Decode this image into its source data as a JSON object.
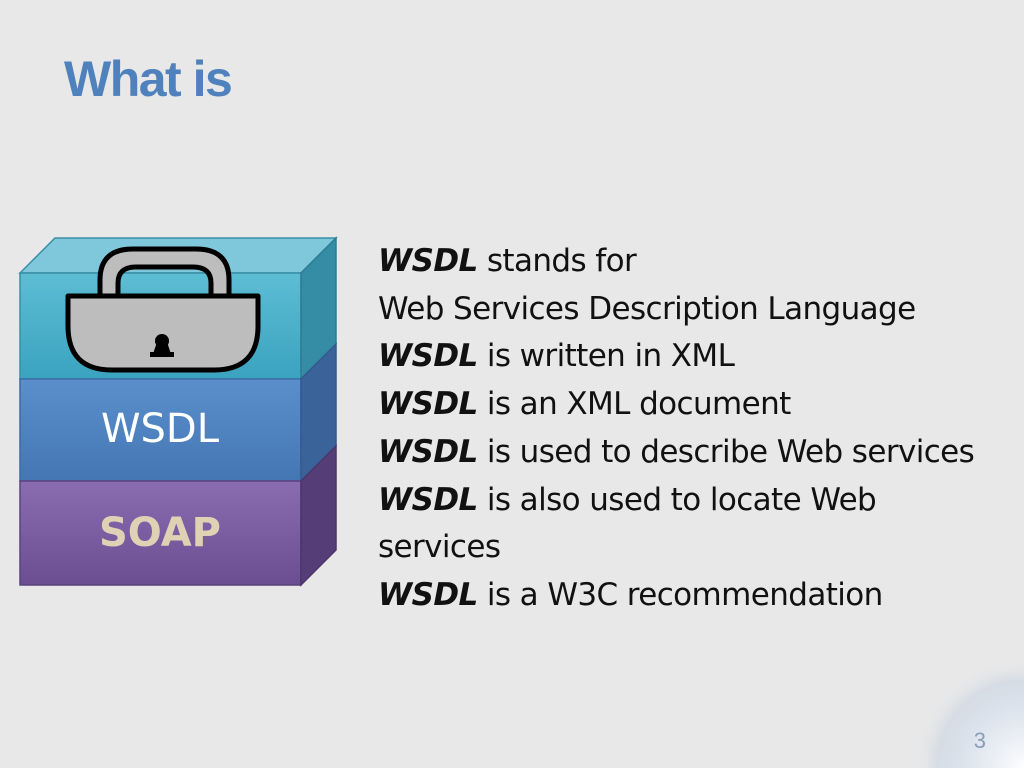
{
  "slide": {
    "title": "What is",
    "page_number": "3"
  },
  "stack": {
    "top_icon": "padlock-icon",
    "middle_label": "WSDL",
    "bottom_label": "SOAP",
    "colors": {
      "top": "#4bacc6",
      "middle": "#4f81bd",
      "bottom": "#8064a2",
      "soap_text": "#ddd3b4"
    }
  },
  "bullets": [
    {
      "keyword": "WSDL",
      "text": " stands for"
    },
    {
      "keyword": "",
      "text": "Web Services Description Language"
    },
    {
      "keyword": "WSDL",
      "text": " is written in XML"
    },
    {
      "keyword": "WSDL",
      "text": " is an XML document"
    },
    {
      "keyword": "WSDL",
      "text": " is used to describe Web services"
    },
    {
      "keyword": "WSDL",
      "text": " is also used to locate Web"
    },
    {
      "keyword": "",
      "text": "services"
    },
    {
      "keyword": "WSDL",
      "text": " is a W3C recommendation"
    }
  ],
  "colors": {
    "title": "#4f81bd",
    "background": "#e8e8e8"
  }
}
